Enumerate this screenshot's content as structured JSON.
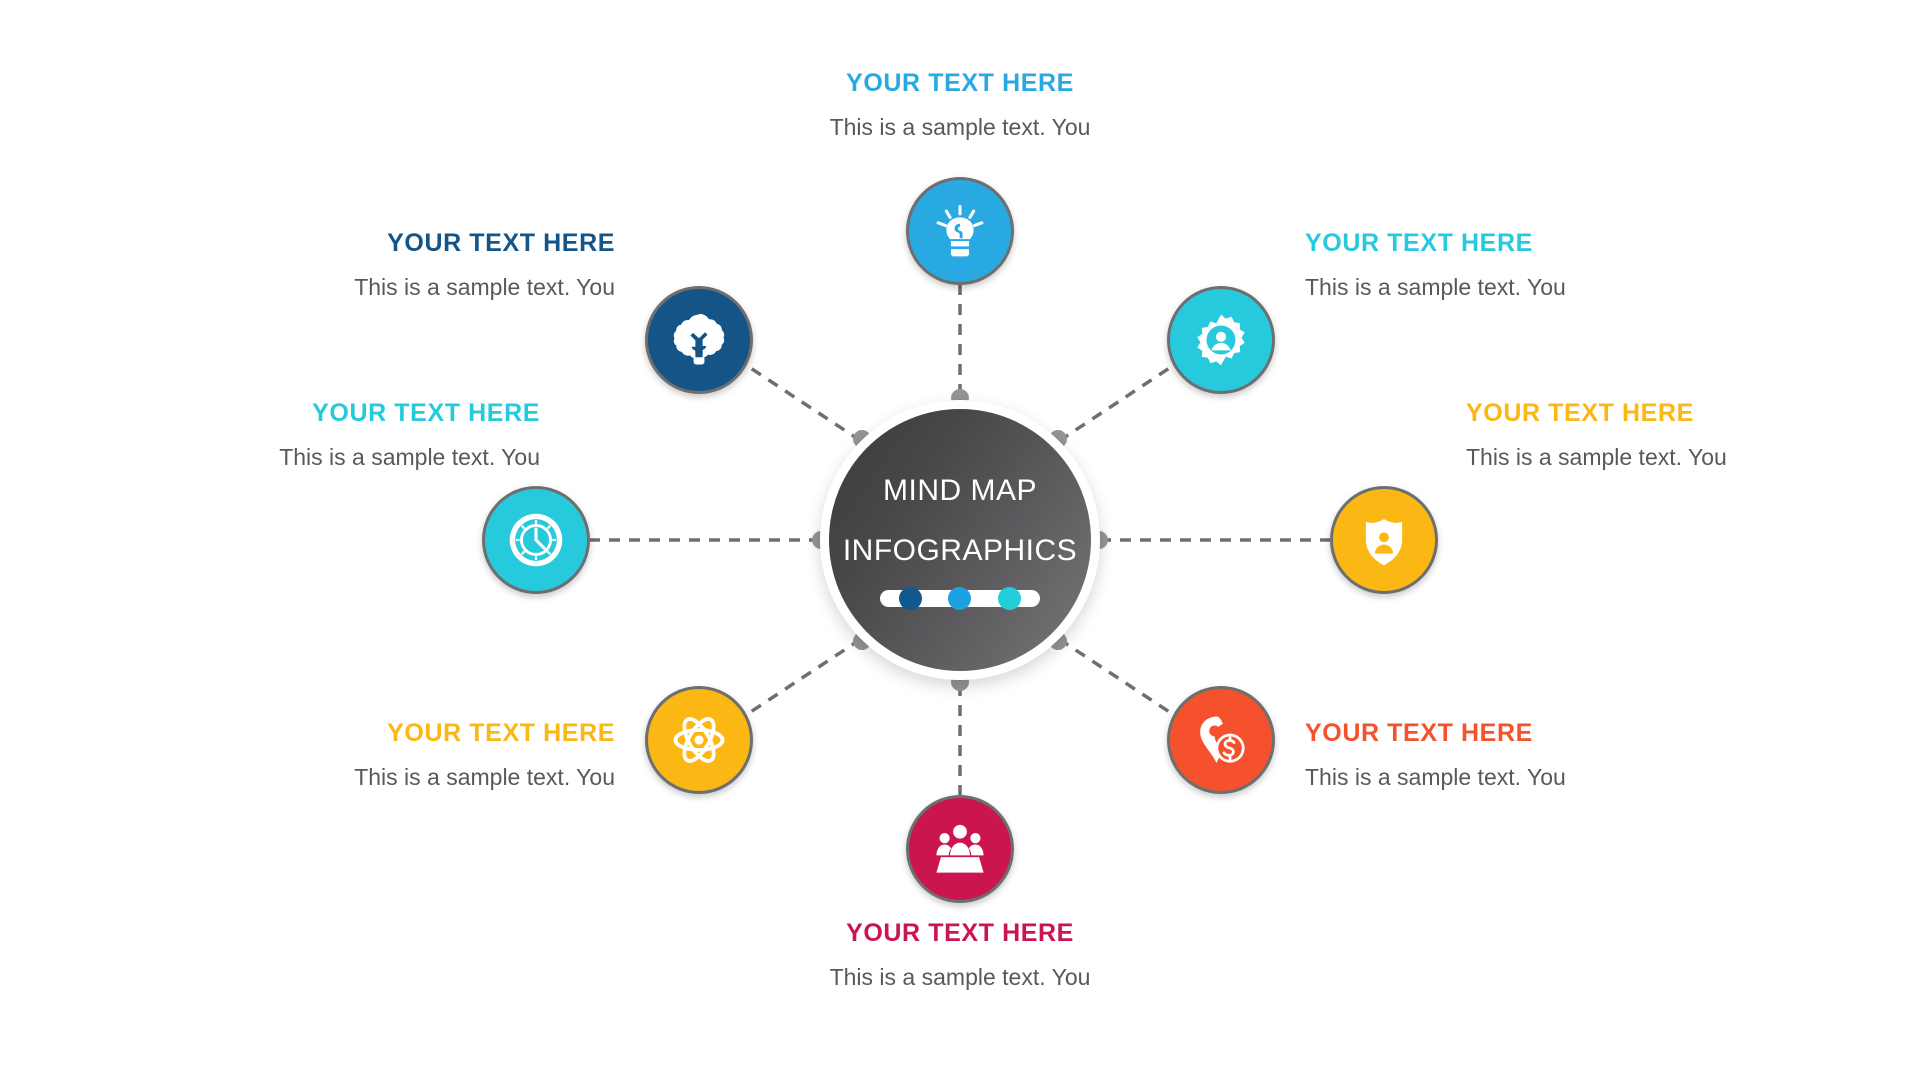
{
  "center": {
    "line1": "MIND MAP",
    "line2": "INFOGRAPHICS",
    "bar_dots": [
      "#11588f",
      "#1ba2e4",
      "#22ced9"
    ],
    "gradient_from": "#3b3b3d",
    "gradient_to": "#77777a",
    "ring_color": "#ffffff"
  },
  "connector": {
    "line_color": "#6d6e70",
    "dot_color": "#939598",
    "dash": "11 9"
  },
  "nodes": [
    {
      "id": "top",
      "icon": "idea-bulb-hand-icon",
      "title": "YOUR TEXT HERE",
      "desc": "This is a sample text. You",
      "color": "#29a9e1",
      "title_color": "#29a9e1",
      "align": "center"
    },
    {
      "id": "top-right",
      "icon": "gear-user-icon",
      "title": "YOUR TEXT HERE",
      "desc": "This is a sample text. You",
      "color": "#27cadd",
      "title_color": "#27cadd",
      "align": "left"
    },
    {
      "id": "right",
      "icon": "shield-user-icon",
      "title": "YOUR TEXT HERE",
      "desc": "This is a sample text. You",
      "color": "#fbb713",
      "title_color": "#fbb713",
      "align": "left"
    },
    {
      "id": "bottom-right",
      "icon": "map-pin-dollar-icon",
      "title": "YOUR TEXT HERE",
      "desc": "This is a sample text. You",
      "color": "#f4512c",
      "title_color": "#f4512c",
      "align": "left"
    },
    {
      "id": "bottom",
      "icon": "team-meeting-icon",
      "title": "YOUR TEXT HERE",
      "desc": "This is a sample text. You",
      "color": "#ca154f",
      "title_color": "#ca154f",
      "align": "center"
    },
    {
      "id": "bottom-left",
      "icon": "atom-icon",
      "title": "YOUR TEXT HERE",
      "desc": "This is a sample text. You",
      "color": "#fbb713",
      "title_color": "#fbb713",
      "align": "right"
    },
    {
      "id": "left",
      "icon": "clock-icon",
      "title": "YOUR TEXT HERE",
      "desc": "This is a sample text. You",
      "color": "#27cadd",
      "title_color": "#27cadd",
      "align": "right"
    },
    {
      "id": "top-left",
      "icon": "brain-bulb-icon",
      "title": "YOUR TEXT HERE",
      "desc": "This is a sample text. You",
      "color": "#145487",
      "title_color": "#145487",
      "align": "right"
    }
  ]
}
